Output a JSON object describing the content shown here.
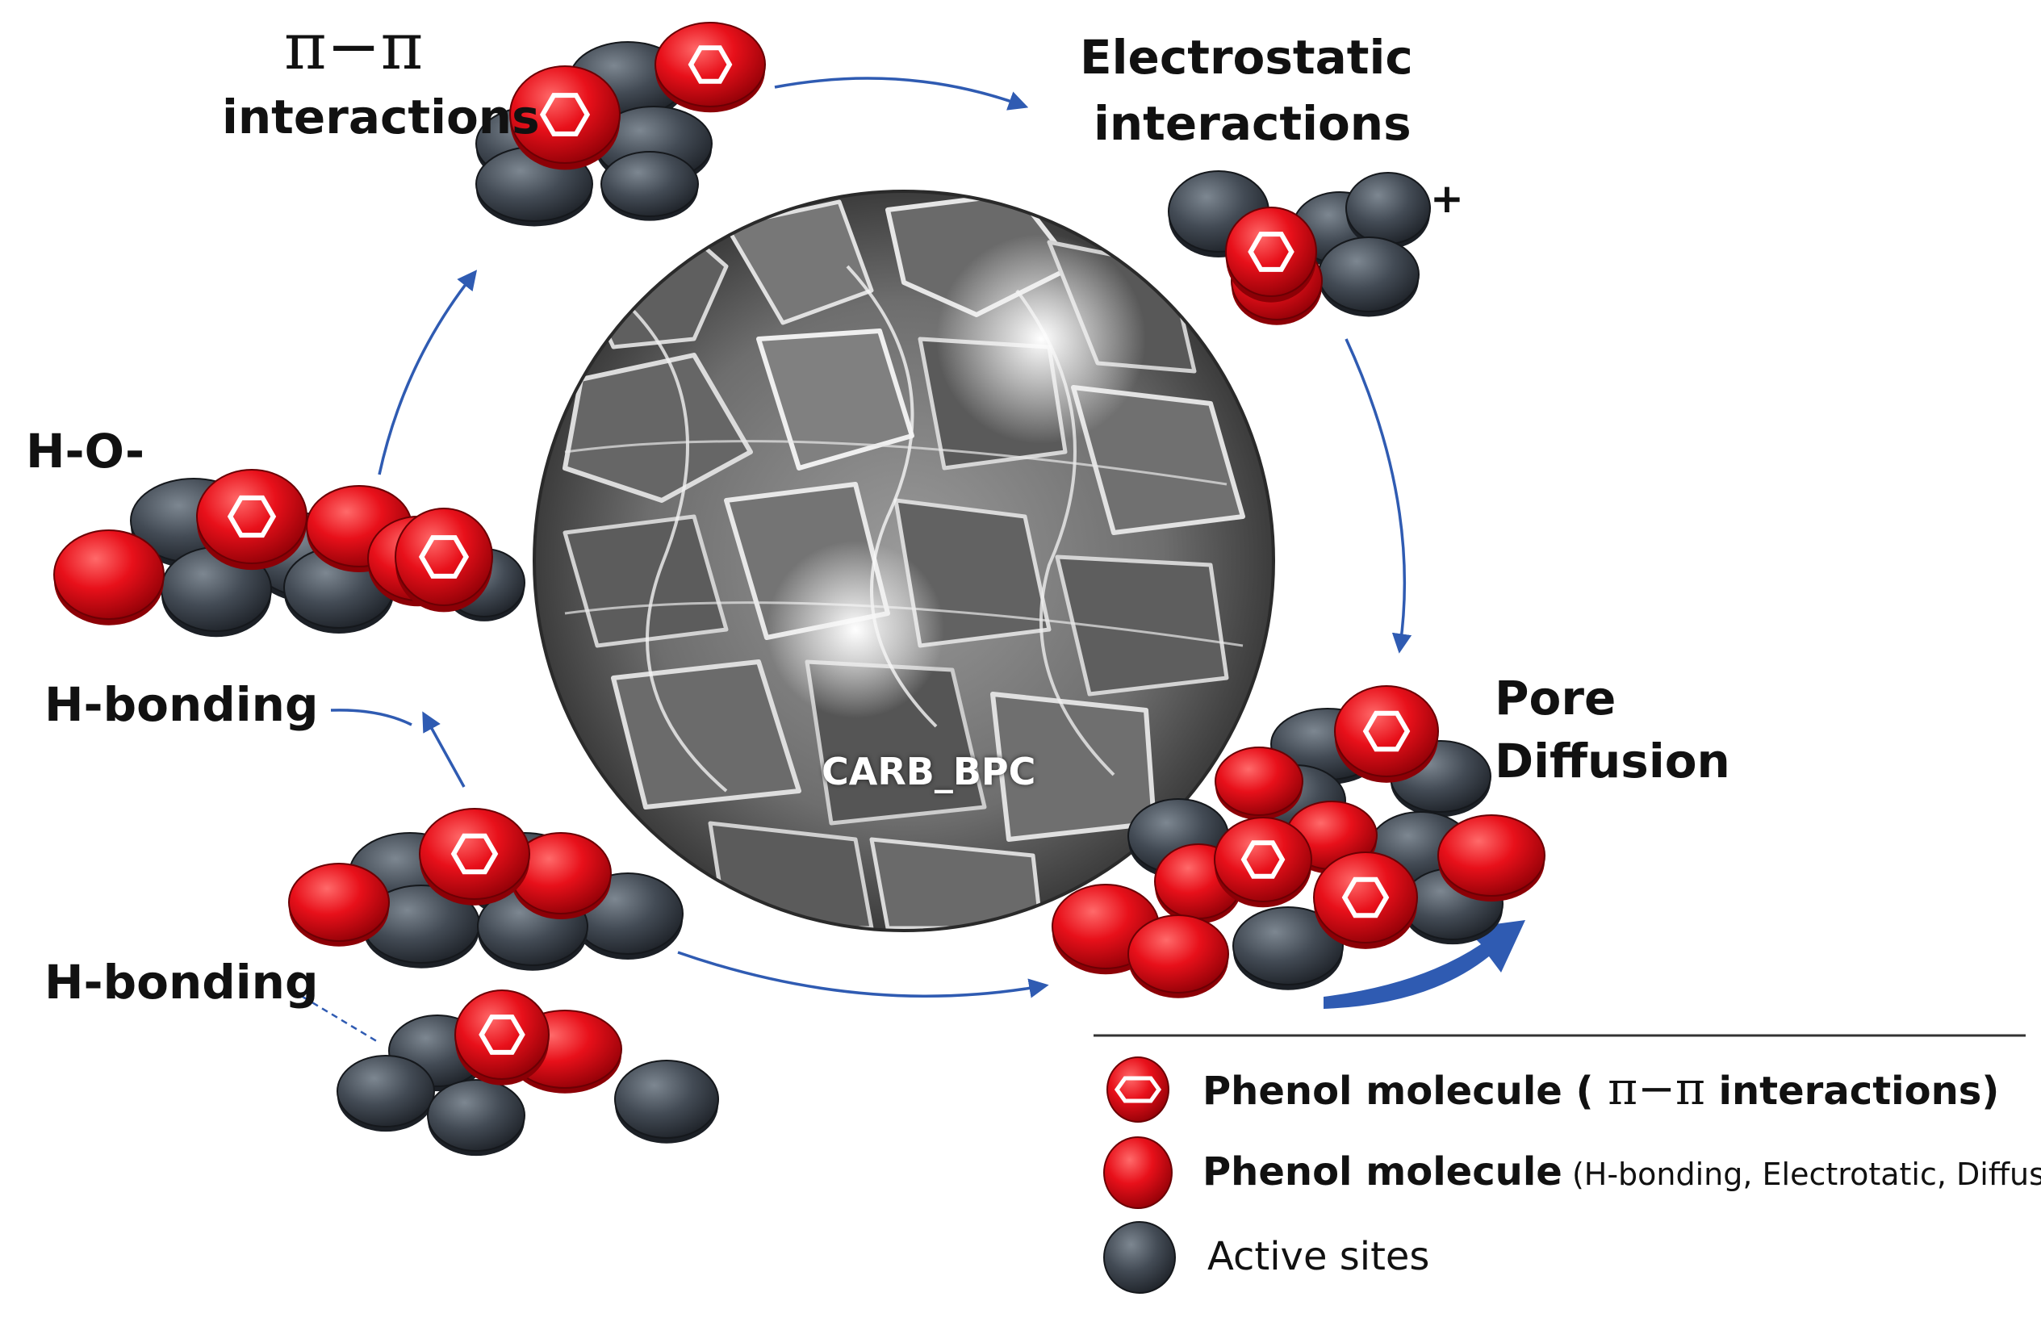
{
  "labels": {
    "pi_pi_symbol": "π−π",
    "pi_pi_word": "interactions",
    "electrostatic_line1": "Electrostatic",
    "electrostatic_line2": "interactions",
    "plus_sign": "+",
    "hydroxyl": "H-O-",
    "h_bonding_upper": "H-bonding",
    "h_bonding_lower": "H-bonding",
    "pore_line1": "Pore",
    "pore_line2": "Diffusion",
    "center_label": "CARB_BPC"
  },
  "legend": {
    "items": [
      {
        "icon": "phenol-ring-icon",
        "text_bold": "Phenol molecule (",
        "symbol": " π−π",
        "text_tail": " interactions)"
      },
      {
        "icon": "phenol-sphere-icon",
        "text_bold": "Phenol molecule",
        "text_tail": " (H-bonding, Electrotatic, Diffusion)"
      },
      {
        "icon": "active-site-icon",
        "text_bold": "Active sites"
      }
    ]
  },
  "colors": {
    "phenol_red": "#e8101a",
    "phenol_dark_red": "#8c0006",
    "active_site": "#3f4750",
    "active_site_dark": "#1c2026",
    "arrow_blue": "#2f5bb2"
  }
}
